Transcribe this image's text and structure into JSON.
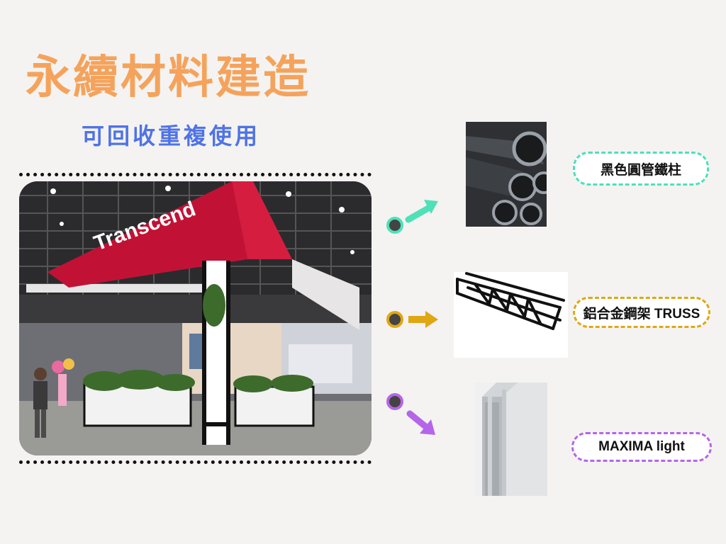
{
  "title": "永續材料建造",
  "subtitle": "可回收重複使用",
  "booth_photo": {
    "sign_text": "Transcend"
  },
  "materials": [
    {
      "label": "黑色圓管鐵柱",
      "color": "#4fe0b8"
    },
    {
      "label": "鋁合金鋼架 TRUSS",
      "color": "#e0a714"
    },
    {
      "label": "MAXIMA light",
      "color": "#b565e8"
    }
  ],
  "colors": {
    "title": "#f5a35c",
    "subtitle": "#4f73e6",
    "background": "#f4f3f1"
  }
}
